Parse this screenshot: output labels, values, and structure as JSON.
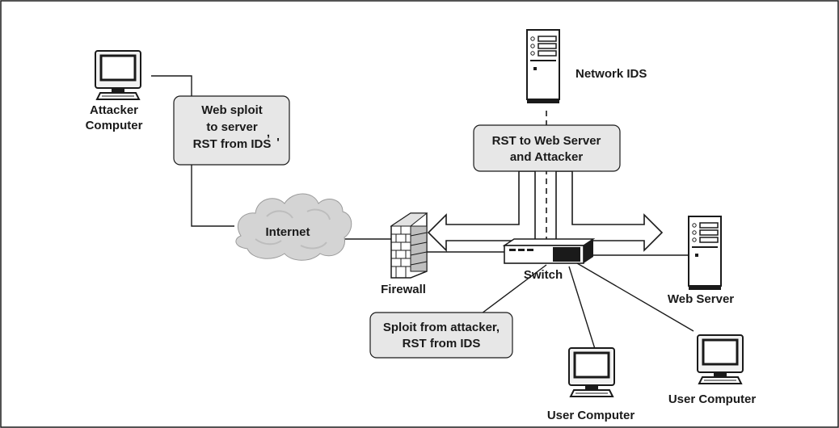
{
  "labels": {
    "attacker_line1": "Attacker",
    "attacker_line2": "Computer",
    "network_ids": "Network IDS",
    "internet": "Internet",
    "firewall": "Firewall",
    "switch": "Switch",
    "web_server": "Web Server",
    "user_computer_1": "User Computer",
    "user_computer_2": "User Computer"
  },
  "callouts": {
    "web_sploit": {
      "line1": "Web sploit",
      "line2": "to server",
      "line2_mark": ",",
      "line3": "RST from IDS",
      "line3_mark": "'"
    },
    "rst_to_server": {
      "line1": "RST to Web Server",
      "line2": "and Attacker"
    },
    "sploit_from_attacker": {
      "line1": "Sploit from attacker,",
      "line2": "RST from IDS"
    }
  },
  "colors": {
    "line": "#1a1a1a",
    "callout_fill": "#e7e7e7",
    "cloud_fill": "#d4d4d4",
    "background": "#ffffff"
  },
  "icons": {
    "attacker": "desktop-computer-icon",
    "network_ids": "tower-server-icon",
    "web_server": "tower-server-icon",
    "internet": "cloud-icon",
    "firewall": "brick-wall-icon",
    "switch": "network-switch-icon",
    "user_computers": "desktop-computer-icon"
  }
}
